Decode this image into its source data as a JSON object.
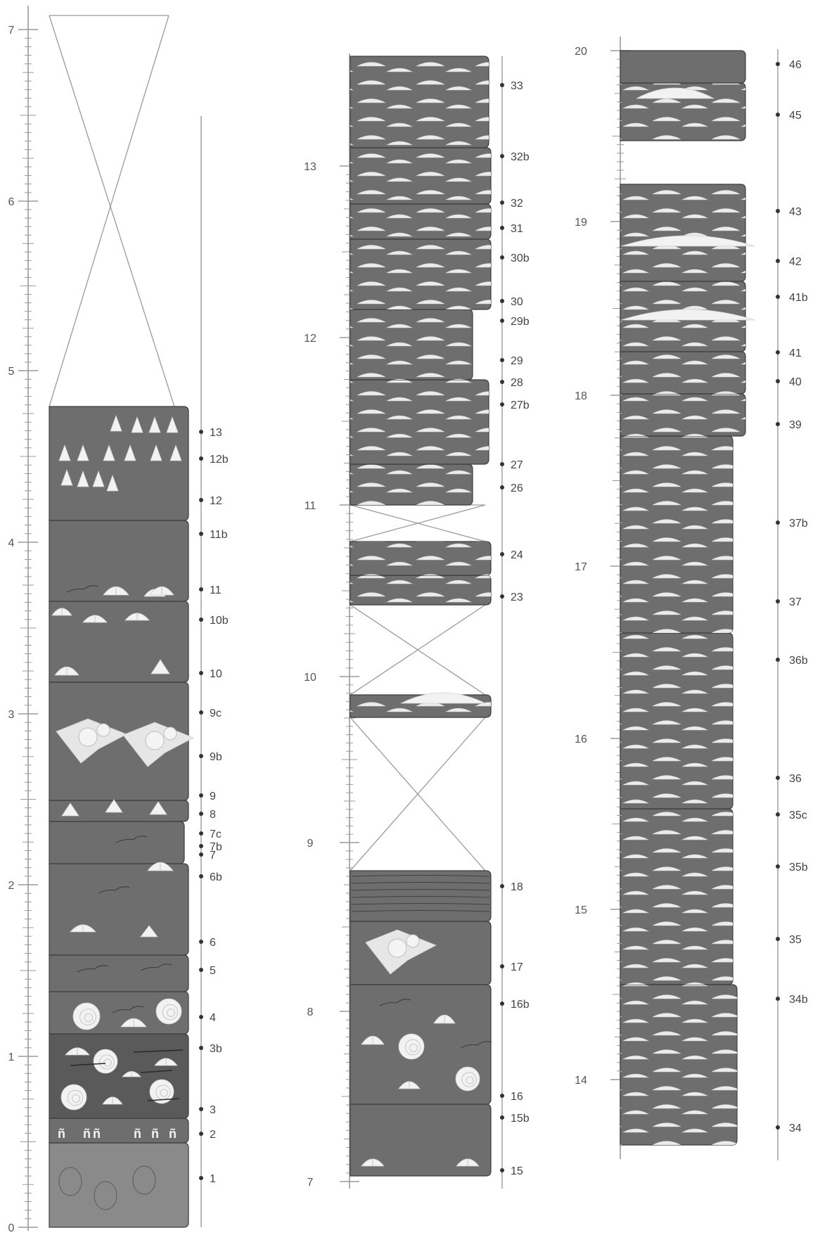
{
  "columns": [
    {
      "id": "A",
      "scale_labels": [
        "0",
        "1",
        "2",
        "3",
        "4",
        "5",
        "6",
        "7"
      ],
      "sample_labels": [
        "1",
        "2",
        "3",
        "3b",
        "4",
        "5",
        "6",
        "6b",
        "7",
        "7b",
        "7c",
        "8",
        "9",
        "9b",
        "9c",
        "10",
        "10b",
        "11",
        "11b",
        "12",
        "12b",
        "13"
      ]
    },
    {
      "id": "B",
      "scale_labels": [
        "7",
        "8",
        "9",
        "10",
        "11",
        "12",
        "13"
      ],
      "sample_labels": [
        "15",
        "15b",
        "16",
        "16b",
        "17",
        "18",
        "23",
        "24",
        "26",
        "27",
        "27b",
        "28",
        "29",
        "29b",
        "30",
        "30b",
        "31",
        "32",
        "32b",
        "33"
      ]
    },
    {
      "id": "C",
      "scale_labels": [
        "14",
        "15",
        "16",
        "17",
        "18",
        "19",
        "20"
      ],
      "sample_labels": [
        "34",
        "34b",
        "35",
        "35b",
        "35c",
        "36",
        "36b",
        "37",
        "37b",
        "39",
        "40",
        "41",
        "41b",
        "42",
        "43",
        "45",
        "46"
      ]
    }
  ],
  "colors": {
    "bed_fill": "#6e6e6e",
    "bed_fill_dark": "#5a5a5a",
    "bed_fill_light": "#8a8a8a",
    "bed_edge": "#3d3d3d",
    "lens": "#f2f2f2",
    "cover_line": "#9a9a9a",
    "tick": "#9a9a9a",
    "text": "#555555"
  }
}
